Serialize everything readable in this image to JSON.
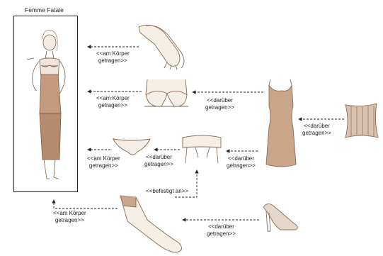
{
  "title": "Femme Fatale",
  "labels": {
    "gloves": [
      "<<am Körper",
      "getragen>>"
    ],
    "bra": [
      "<<am Körper",
      "getragen>>"
    ],
    "bra_dress": [
      "<<darüber",
      "getragen>>"
    ],
    "dress_corset": [
      "<<darüber",
      "getragen>>"
    ],
    "panties": [
      "<<am Körper",
      "getragen>>"
    ],
    "panties_garter": [
      "<<darüber",
      "getragen>>"
    ],
    "garter_dress": [
      "<<darüber",
      "getragen>>"
    ],
    "attached": "<<befestigt an>>",
    "stockings": [
      "<<am Körper",
      "getragen>>"
    ],
    "shoes": [
      "<<darüber",
      "getragen>>"
    ]
  },
  "colors": {
    "line": "#222222",
    "sketch": "#8a6a52",
    "fill_brown": "#b58b6e",
    "fill_light": "#efe3d8"
  }
}
